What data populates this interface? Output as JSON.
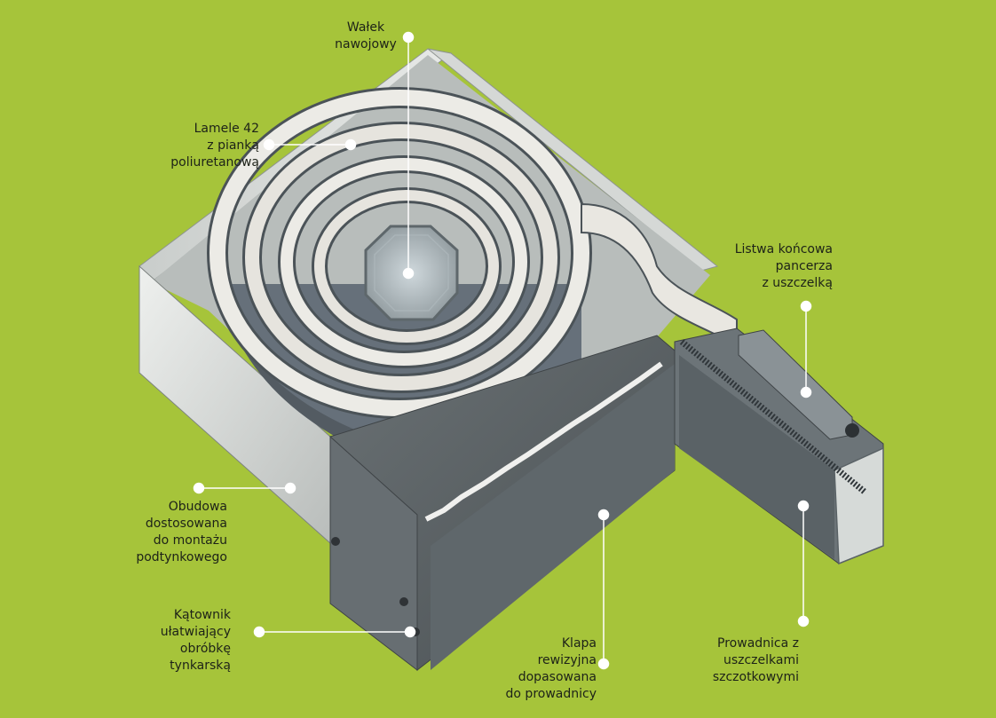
{
  "colors": {
    "background": "#a6c43a",
    "housing_panel": "#d9dcd9",
    "dark_metal": "#5b6164",
    "slat": "#e9e7e1",
    "leader_line": "#ffffff",
    "label_text": "#1d2218"
  },
  "labels": {
    "roller_shaft": [
      "Wałek",
      "nawojowy"
    ],
    "slats": [
      "Lamele 42",
      "z pianką",
      "poliuretanową"
    ],
    "end_strip": [
      "Listwa końcowa",
      "pancerza",
      "z uszczelką"
    ],
    "housing": [
      "Obudowa",
      "dostosowana",
      "do montażu",
      "podtynkowego"
    ],
    "angle_bar": [
      "Kątownik",
      "ułatwiający",
      "obróbkę",
      "tynkarską"
    ],
    "inspection_flap": [
      "Klapa",
      "rewizyjna",
      "dopasowana",
      "do prowadnicy"
    ],
    "guide_rail": [
      "Prowadnica z",
      "uszczelkami",
      "szczotkowymi"
    ]
  }
}
